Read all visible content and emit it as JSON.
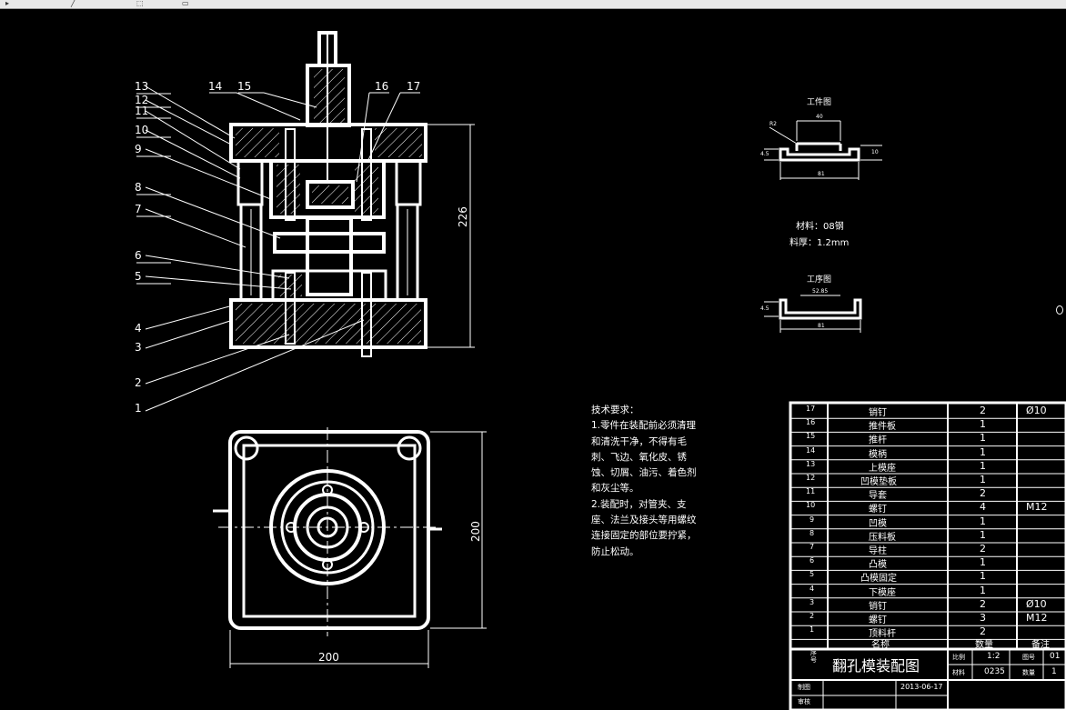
{
  "window": {
    "toolbar_icons": [
      "arrow-icon",
      "line-icon",
      "select-icon",
      "text-icon"
    ]
  },
  "drawing": {
    "title": "翻孔模装配图",
    "balloons_left": [
      "13",
      "12",
      "11",
      "10",
      "9",
      "8",
      "7",
      "6",
      "5",
      "4",
      "3",
      "2",
      "1"
    ],
    "balloons_top": [
      "14",
      "15",
      "16",
      "17"
    ],
    "dim_height_front": "226",
    "dim_width_top": "200",
    "dim_height_top": "200"
  },
  "workpiece": {
    "label": "工件图",
    "dim_top": "40",
    "dim_radius": "R2",
    "dim_bottom": "81",
    "dim_left": "4.5",
    "dim_right": "10",
    "material": "材料：08钢",
    "thickness": "料厚：1.2mm"
  },
  "process": {
    "label": "工序图",
    "dim_top": "52.85",
    "dim_bottom": "81",
    "dim_left": "4.5"
  },
  "requirements": {
    "heading": "技术要求：",
    "lines": [
      "1.零件在装配前必须清理",
      "和清洗干净，不得有毛",
      "刺、飞边、氧化皮、锈",
      "蚀、切屑、油污、着色剂",
      "和灰尘等。",
      "2.装配时，对管夹、支",
      "座、法兰及接头等用螺纹",
      "连接固定的部位要拧紧，",
      "防止松动。"
    ]
  },
  "bom": {
    "rows": [
      {
        "no": "17",
        "name": "销钉",
        "qty": "2",
        "note": "Ø10"
      },
      {
        "no": "16",
        "name": "推件板",
        "qty": "1",
        "note": ""
      },
      {
        "no": "15",
        "name": "推杆",
        "qty": "1",
        "note": ""
      },
      {
        "no": "14",
        "name": "模柄",
        "qty": "1",
        "note": ""
      },
      {
        "no": "13",
        "name": "上模座",
        "qty": "1",
        "note": ""
      },
      {
        "no": "12",
        "name": "凹模垫板",
        "qty": "1",
        "note": ""
      },
      {
        "no": "11",
        "name": "导套",
        "qty": "2",
        "note": ""
      },
      {
        "no": "10",
        "name": "螺钉",
        "qty": "4",
        "note": "M12"
      },
      {
        "no": "9",
        "name": "凹模",
        "qty": "1",
        "note": ""
      },
      {
        "no": "8",
        "name": "压料板",
        "qty": "1",
        "note": ""
      },
      {
        "no": "7",
        "name": "导柱",
        "qty": "2",
        "note": ""
      },
      {
        "no": "6",
        "name": "凸模",
        "qty": "1",
        "note": ""
      },
      {
        "no": "5",
        "name": "凸模固定",
        "qty": "1",
        "note": ""
      },
      {
        "no": "4",
        "name": "下模座",
        "qty": "1",
        "note": ""
      },
      {
        "no": "3",
        "name": "销钉",
        "qty": "2",
        "note": "Ø10"
      },
      {
        "no": "2",
        "name": "螺钉",
        "qty": "3",
        "note": "M12"
      },
      {
        "no": "1",
        "name": "顶料杆",
        "qty": "2",
        "note": ""
      }
    ],
    "header": {
      "no": "序号",
      "name": "名称",
      "qty": "数量",
      "note": "备注"
    },
    "title_block": {
      "scale_label": "比例",
      "scale_value": "1:2",
      "drawing_no_label": "图号",
      "drawing_no_value": "01",
      "material_label": "材料",
      "material_value": "0235",
      "qty_label": "数量",
      "qty_value": "1",
      "designer_label": "制图",
      "date": "2013-06-17",
      "checker_label": "审核"
    }
  }
}
